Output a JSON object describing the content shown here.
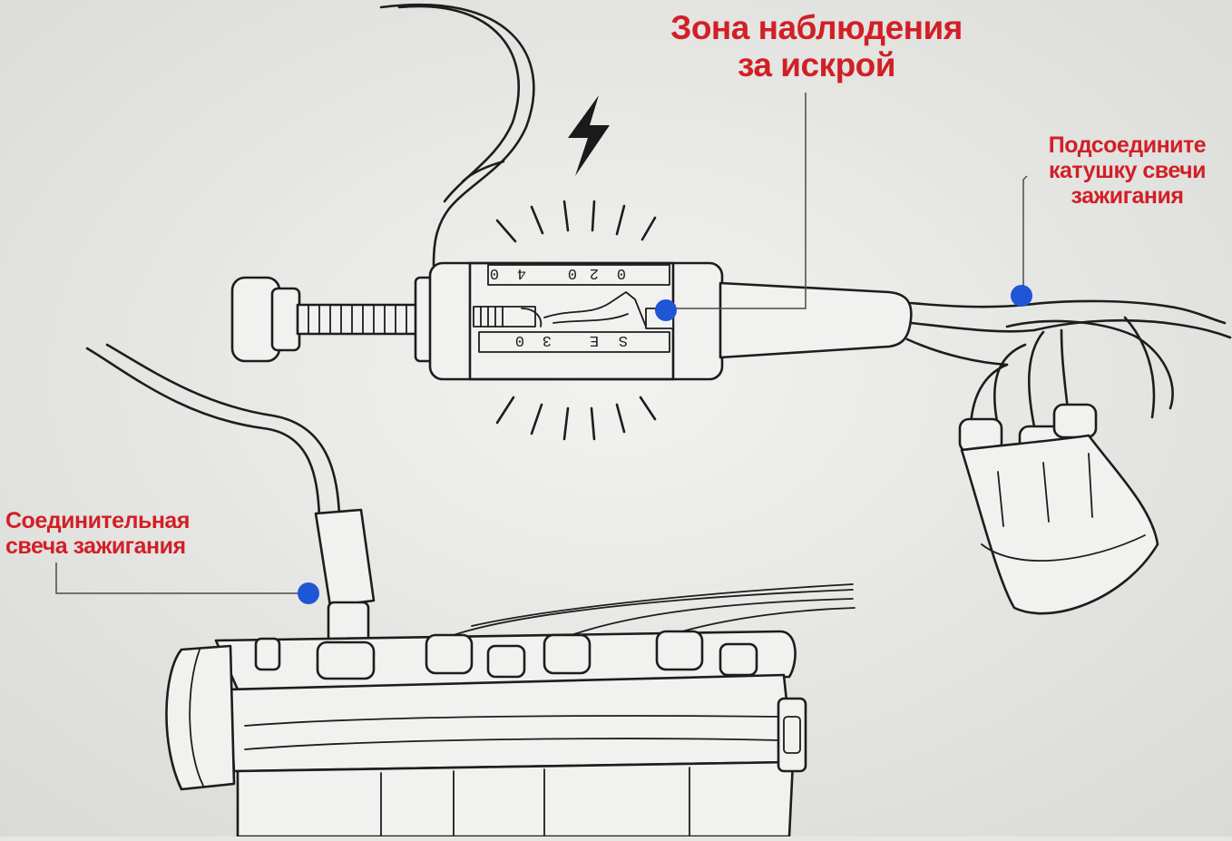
{
  "colors": {
    "label_red": "#d21f26",
    "marker_blue": "#1f56d6",
    "ink": "#1d1d1d",
    "background": "#e6e6e4"
  },
  "callouts": {
    "spark_zone": {
      "lines": [
        "Зона наблюдения",
        "за искрой"
      ]
    },
    "coil": {
      "lines": [
        "Подсоедините",
        "катушку свечи",
        "зажигания"
      ]
    },
    "plug": {
      "lines": [
        "Соединительная",
        "свеча зажигания"
      ]
    }
  },
  "tester_scale": {
    "top": [
      "0",
      "4",
      "0",
      "2",
      "0"
    ],
    "bottom": [
      "0",
      "3",
      "E",
      "S"
    ]
  },
  "icons": [
    "lightning-icon"
  ]
}
